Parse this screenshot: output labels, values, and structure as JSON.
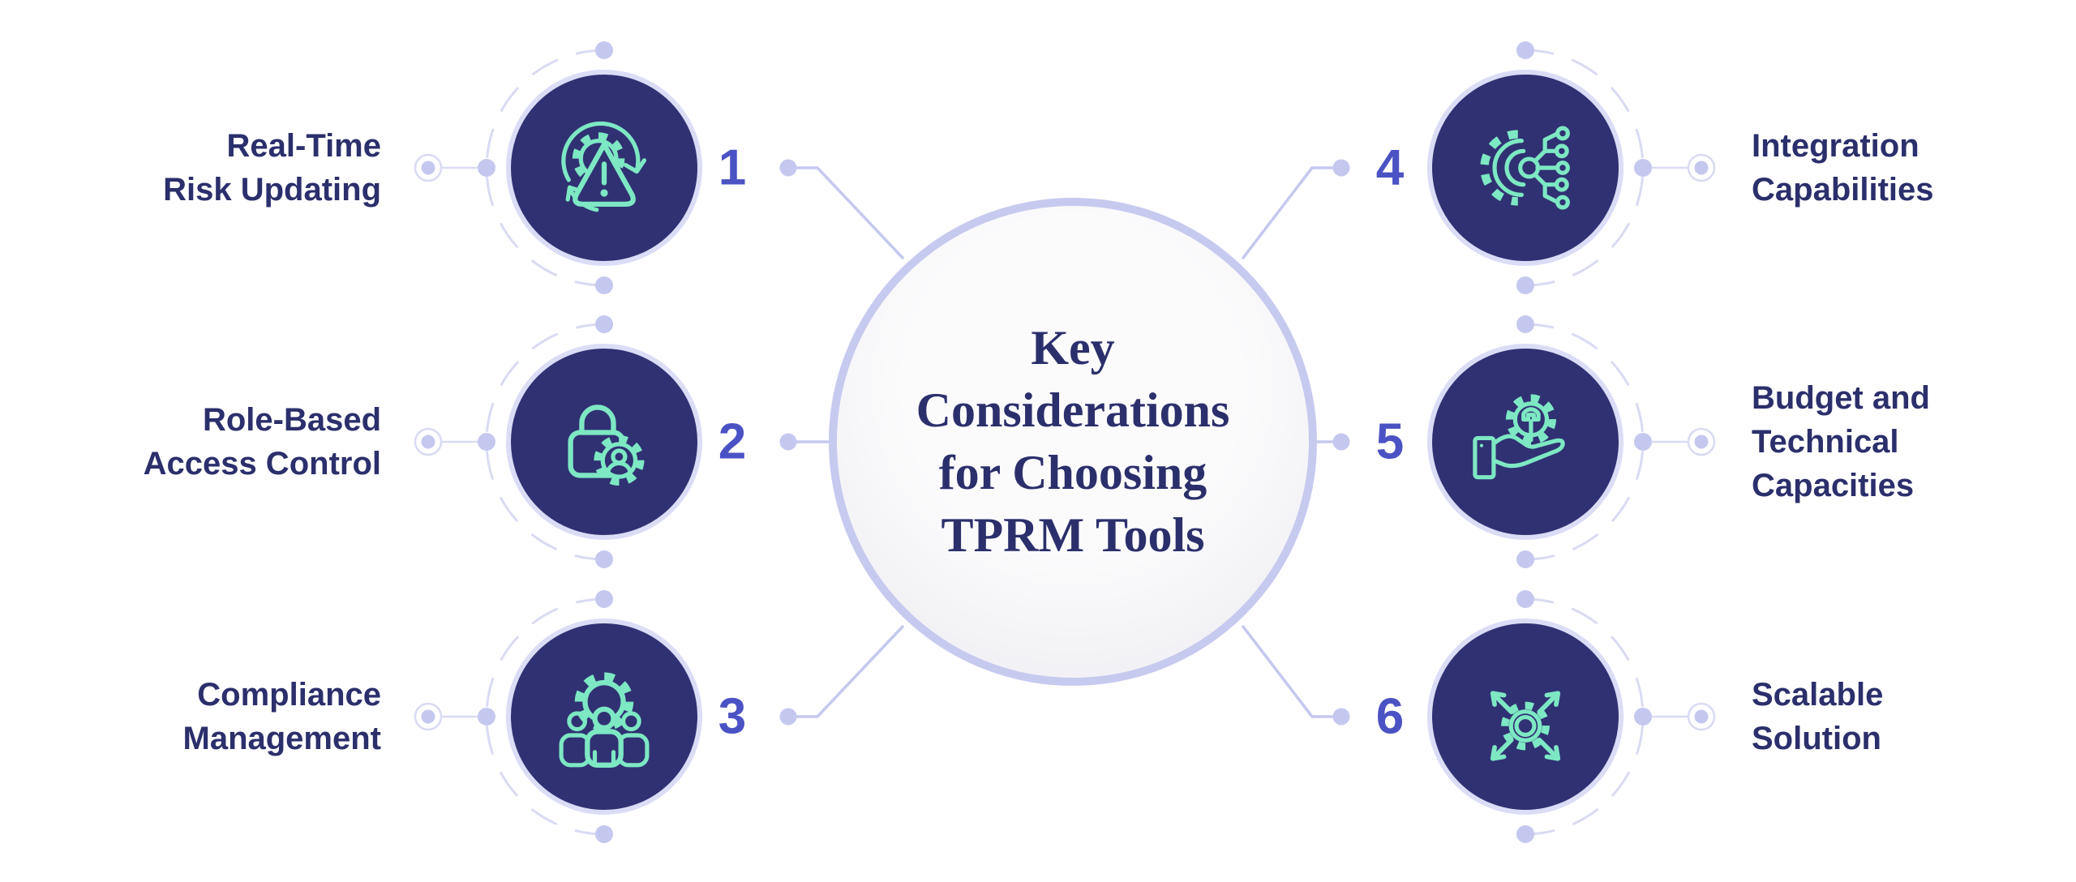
{
  "center": {
    "title": "Key Considerations for Choosing TPRM Tools",
    "title_lines": [
      "Key",
      "Considerations",
      "for Choosing",
      "TPRM Tools"
    ]
  },
  "items": [
    {
      "number": "1",
      "label": "Real-Time Risk Updating",
      "label_lines": [
        "Real-Time",
        "Risk Updating"
      ],
      "icon": "risk-update-alert-icon",
      "side": "left"
    },
    {
      "number": "2",
      "label": "Role-Based Access Control",
      "label_lines": [
        "Role-Based",
        "Access Control"
      ],
      "icon": "lock-user-gear-icon",
      "side": "left"
    },
    {
      "number": "3",
      "label": "Compliance Management",
      "label_lines": [
        "Compliance",
        "Management"
      ],
      "icon": "team-gear-icon",
      "side": "left"
    },
    {
      "number": "4",
      "label": "Integration Capabilities",
      "label_lines": [
        "Integration",
        "Capabilities"
      ],
      "icon": "gear-circuit-icon",
      "side": "right"
    },
    {
      "number": "5",
      "label": "Budget and Technical Capacities",
      "label_lines": [
        "Budget and",
        "Technical",
        "Capacities"
      ],
      "icon": "hand-gear-wrench-icon",
      "side": "right"
    },
    {
      "number": "6",
      "label": "Scalable Solution",
      "label_lines": [
        "Scalable",
        "Solution"
      ],
      "icon": "expand-arrows-gear-icon",
      "side": "right"
    }
  ],
  "colors": {
    "bg": "#ffffff",
    "navy": "#303173",
    "mint": "#7de8c3",
    "number": "#4b52c4",
    "text": "#2b2f6b",
    "lav": "#c5c8ee",
    "lavlight": "#d9dbf3",
    "ringlight": "#dbddf6",
    "centerborder": "#c7caef",
    "centerfill1": "#fbfbfc",
    "centerfill2": "#ebebf1"
  }
}
